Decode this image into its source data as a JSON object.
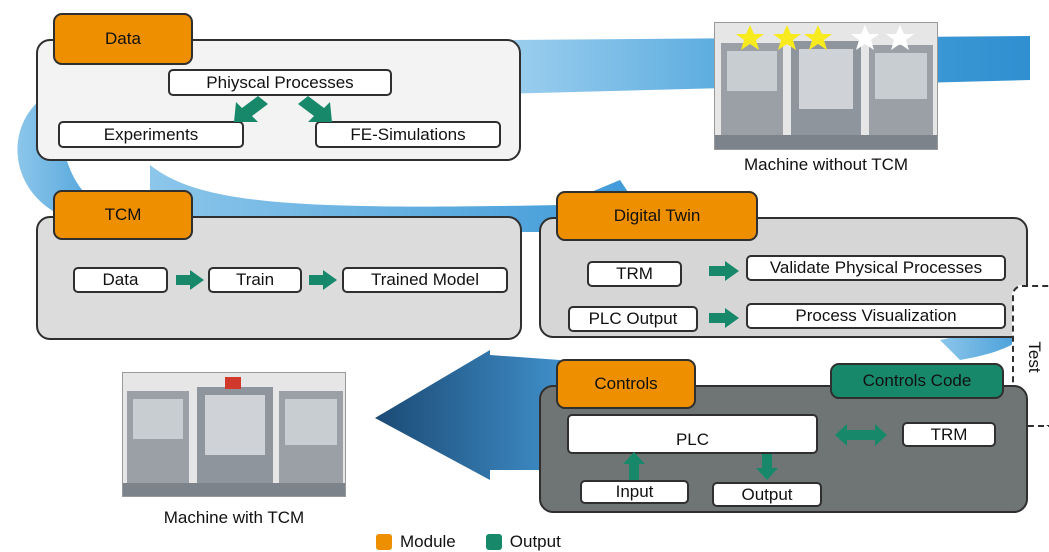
{
  "data_module": {
    "tag": "Data",
    "top": "Phiyscal Processes",
    "left": "Experiments",
    "right": "FE-Simulations"
  },
  "tcm_module": {
    "tag": "TCM",
    "steps": [
      "Data",
      "Train",
      "Trained Model"
    ]
  },
  "digital_twin": {
    "tag": "Digital Twin",
    "row1_left": "TRM",
    "row1_right": "Validate Physical Processes",
    "row2_left": "PLC Output",
    "row2_right": "Process Visualization"
  },
  "test": {
    "label": "Test"
  },
  "controls": {
    "tag": "Controls",
    "code_tag": "Controls Code",
    "plc": "PLC",
    "input": "Input",
    "output": "Output",
    "trm": "TRM"
  },
  "machine_without": {
    "caption": "Machine without TCM"
  },
  "machine_with": {
    "caption": "Machine with TCM"
  },
  "legend": {
    "module": {
      "label": "Module",
      "color": "#ee8f00"
    },
    "output": {
      "label": "Output",
      "color": "#17896a"
    }
  },
  "colors": {
    "flow_arrow": "#4a9fd6",
    "flow_arrow_dark": "#1d4f7a",
    "step_arrow": "#17896a",
    "module_orange": "#ee8f00"
  }
}
